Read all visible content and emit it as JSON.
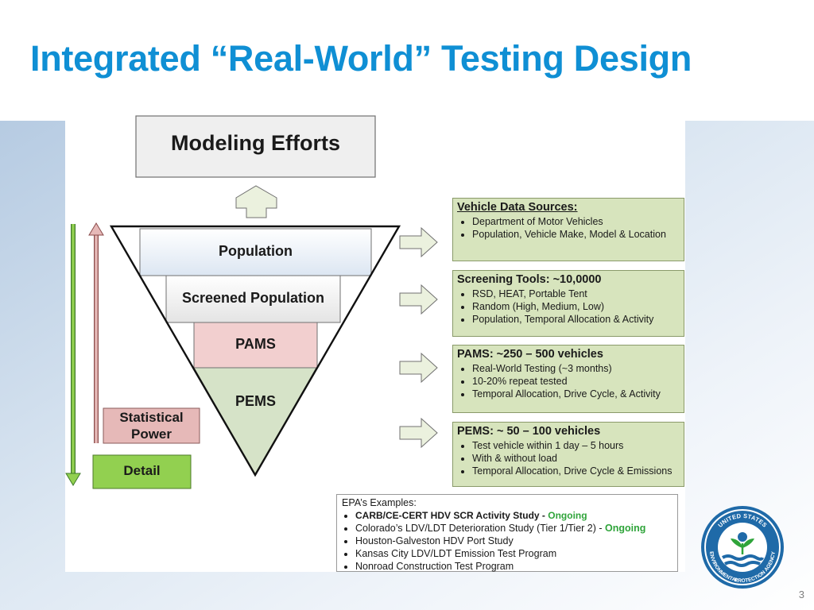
{
  "slide": {
    "title": "Integrated “Real-World” Testing Design",
    "page_number": "3"
  },
  "diagram": {
    "top_box": "Modeling Efforts",
    "pyramid": [
      "Population",
      "Screened Population",
      "PAMS",
      "PEMS"
    ],
    "statistical_power": "Statistical Power",
    "detail": "Detail",
    "sources": [
      {
        "title": "Vehicle Data Sources:",
        "items": [
          "Department of Motor Vehicles",
          "Population, Vehicle Make, Model & Location"
        ]
      },
      {
        "title": "Screening Tools:  ~10,0000",
        "items": [
          "RSD, HEAT, Portable Tent",
          "Random (High, Medium, Low)",
          "Population, Temporal Allocation & Activity"
        ]
      },
      {
        "title": "PAMS:   ~250 – 500 vehicles",
        "items": [
          "Real-World Testing (~3 months)",
          "10-20% repeat tested",
          "Temporal Allocation, Drive Cycle, & Activity"
        ]
      },
      {
        "title": "PEMS:    ~ 50 – 100 vehicles",
        "items": [
          "Test vehicle within 1 day – 5 hours",
          "With & without load",
          "Temporal Allocation, Drive Cycle & Emissions"
        ]
      }
    ],
    "examples": {
      "heading": "EPA’s Examples:",
      "items": [
        {
          "text": "CARB/CE-CERT HDV SCR Activity Study - ",
          "status": "Ongoing"
        },
        {
          "text": "Colorado’s LDV/LDT Deterioration Study (Tier 1/Tier 2) - ",
          "status": "Ongoing"
        },
        {
          "text": "Houston-Galveston HDV Port Study",
          "status": ""
        },
        {
          "text": "Kansas City LDV/LDT Emission Test Program",
          "status": ""
        },
        {
          "text": "Nonroad Construction Test Program",
          "status": ""
        }
      ]
    }
  },
  "logo": {
    "ring_text_top": "UNITED STATES",
    "ring_text_left": "ENVIRONMENTAL",
    "ring_text_bottom": "PROTECTION AGENCY"
  },
  "colors": {
    "title": "#0f8fd4",
    "box_green": "#d7e4bd",
    "pams_pink": "#f2cfcf",
    "stat_power": "#e6b9b8",
    "detail_green": "#92d050",
    "ongoing": "#2fa43a"
  }
}
